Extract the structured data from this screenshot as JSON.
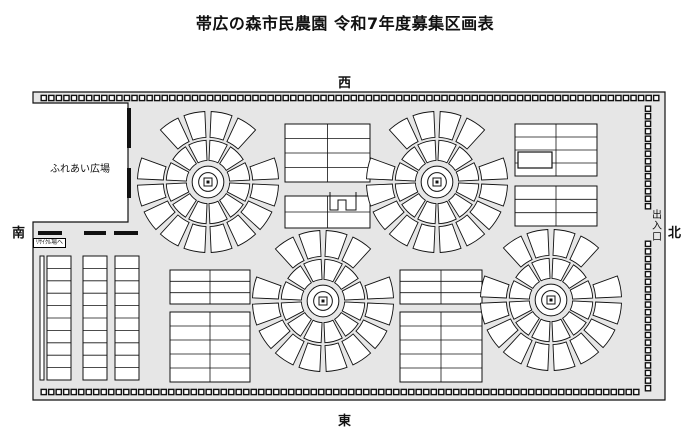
{
  "title": "帯広の森市民農園 令和7年度募集区画表",
  "directions": {
    "west": "西",
    "east": "東",
    "south": "南",
    "north": "北"
  },
  "plaza_label": "ふれあい広場",
  "entrance_label": "出入口",
  "sign_label": "ﾘｻｲｸﾙ場へ",
  "colors": {
    "line": "#111111",
    "path": "#e6e6e6",
    "plot": "#ffffff",
    "background": "#ffffff"
  },
  "circular_clusters": 4,
  "icons": [
    "hatched-fence-border",
    "hub-marker"
  ]
}
